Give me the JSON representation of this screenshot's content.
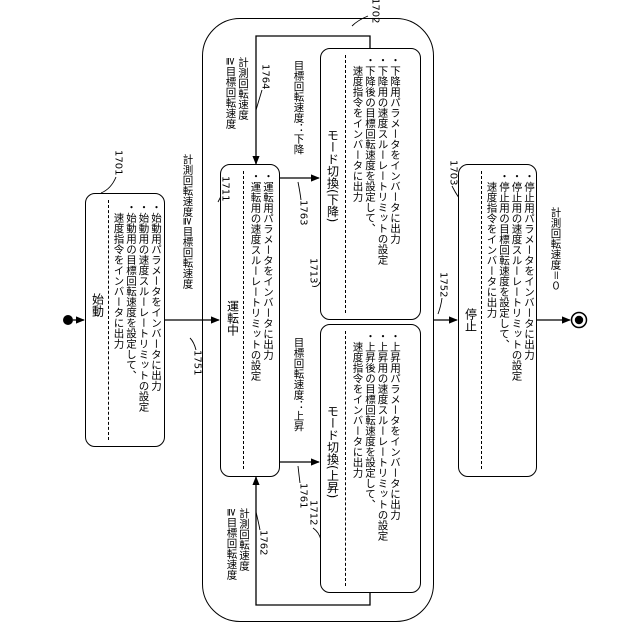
{
  "states": {
    "start": {
      "id": "1701",
      "title": "始動",
      "lines": [
        "・始動用パラメータをインバータに出力",
        "・始動用の速度スルーレートリミットの設定",
        "・始動用の目標回転速度を設定して、",
        "　速度指令をインバータに出力"
      ]
    },
    "operating_group": {
      "id": "1702"
    },
    "running": {
      "id": "1711",
      "title": "運転中",
      "lines": [
        "・運転用パラメータをインバータに出力",
        "・運転用の速度スルーレートリミットの設定"
      ]
    },
    "mode_down": {
      "id": "1713",
      "title": "モード切換(下降)",
      "lines": [
        "・下降用パラメータをインバータに出力",
        "・下降用の速度スルーレートリミットの設定",
        "・下降後の目標回転速度を設定して、",
        "　速度指令をインバータに出力"
      ]
    },
    "mode_up": {
      "id": "1712",
      "title": "モード切換(上昇)",
      "lines": [
        "・上昇用パラメータをインバータに出力",
        "・上昇用の速度スルーレートリミットの設定",
        "・上昇後の目標回転速度を設定して、",
        "　速度指令をインバータに出力"
      ]
    },
    "stop": {
      "id": "1703",
      "title": "停止",
      "lines": [
        "・停止用パラメータをインバータに出力",
        "・停止用の速度スルーレートリミットの設定",
        "・停止用の目標回転速度を設定して、",
        "　速度指令をインバータに出力"
      ]
    }
  },
  "transitions": {
    "t1751": {
      "id": "1751",
      "label": "計測回転速度≧目標回転速度"
    },
    "t1752": {
      "id": "1752",
      "label": "計測回転速度＝０"
    },
    "t1761": {
      "id": "1761",
      "label": "目標回転速度：上昇"
    },
    "t1762": {
      "id": "1762",
      "label_line1": "計測回転速度",
      "label_line2": "≧目標回転速度"
    },
    "t1763": {
      "id": "1763",
      "label": "目標回転速度：下降"
    },
    "t1764": {
      "id": "1764",
      "label_line1": "計測回転速度",
      "label_line2": "≧目標回転速度"
    }
  }
}
